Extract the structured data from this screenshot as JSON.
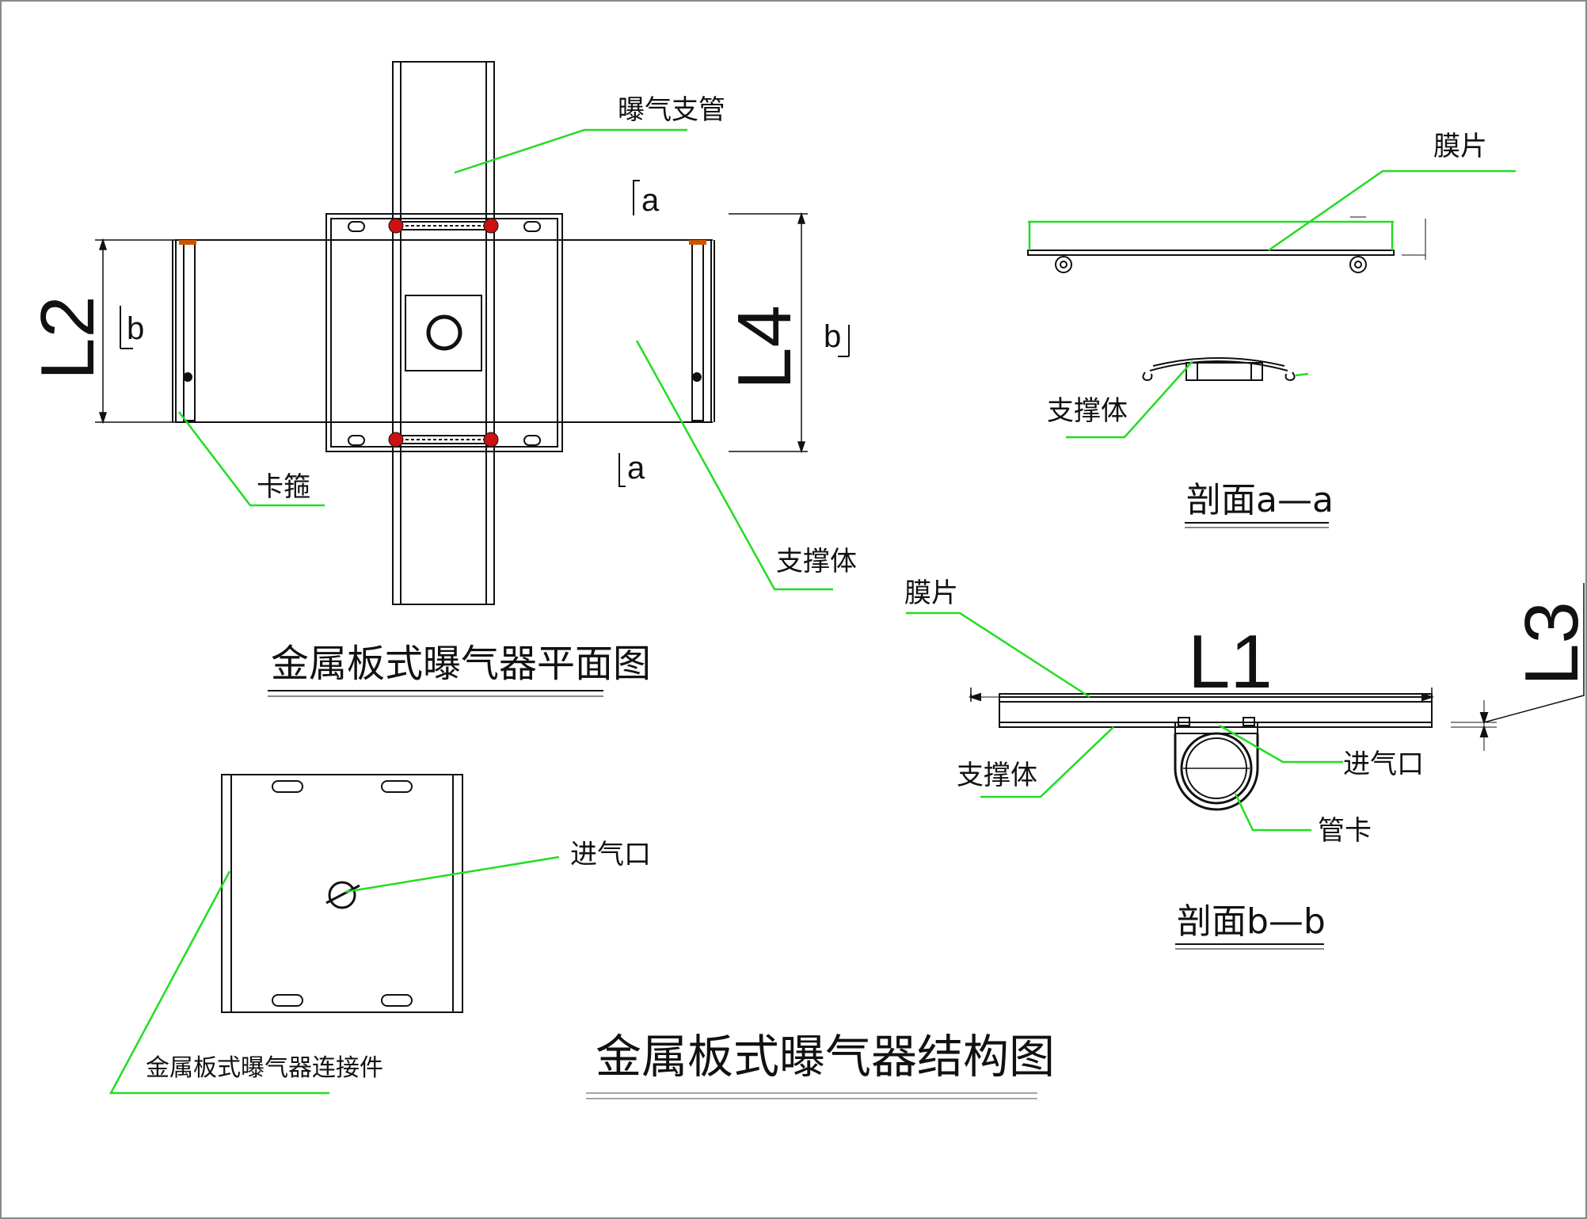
{
  "plan": {
    "title": "金属板式曝气器平面图",
    "label_branch_pipe": "曝气支管",
    "label_clamp": "卡箍",
    "label_support": "支撑体",
    "dim_L2": "L2",
    "dim_L4": "L4",
    "section_a_top": "a",
    "section_a_bottom": "a",
    "section_b_left": "b",
    "section_b_right": "b"
  },
  "section_aa": {
    "title": "剖面a—a",
    "label_membrane": "膜片",
    "label_support": "支撑体"
  },
  "section_bb": {
    "title": "剖面b—b",
    "label_membrane": "膜片",
    "label_support": "支撑体",
    "label_inlet": "进气口",
    "label_pipe_clamp": "管卡",
    "dim_L1": "L1",
    "dim_L3": "L3"
  },
  "connector": {
    "label_inlet": "进气口",
    "label_connector": "金属板式曝气器连接件"
  },
  "main_title": "金属板式曝气器结构图",
  "colors": {
    "leader": "#22dd22",
    "line": "#111111",
    "bolt": "#cc1111",
    "frame": "#888888"
  }
}
